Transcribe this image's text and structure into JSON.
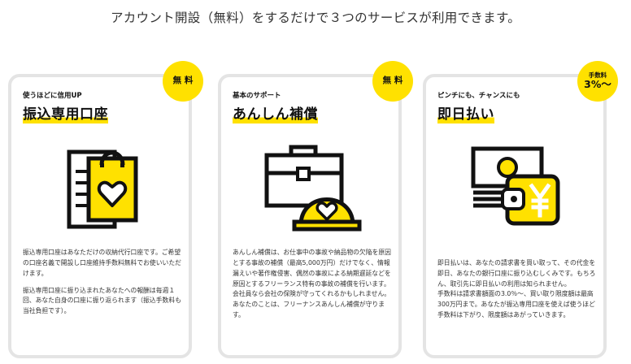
{
  "headline": "アカウント開設（無料）をするだけで３つのサービスが利用できます。",
  "colors": {
    "accent": "#ffe100",
    "card_border": "#e4e4e4",
    "ink": "#111111"
  },
  "cards": [
    {
      "badge": "無 料",
      "subtitle": "使うほどに信用UP",
      "title": "振込専用口座",
      "icon": "shopping-bag-heart-document-icon",
      "paragraphs": [
        "振込専用口座はあなただけの収納代行口座です。ご希望の口座名義で開設し口座維持手数料無料でお使いいただけます。",
        "振込専用口座に振り込まれたあなたへの報酬は毎週１回、あなた自身の口座に振り返られます（振込手数料も当社負担です）。"
      ]
    },
    {
      "badge": "無 料",
      "subtitle": "基本のサポート",
      "title": "あんしん補償",
      "icon": "toolbox-helmet-heart-icon",
      "paragraphs": [
        "あんしん補償は、お仕事中の事故や納品物の欠陥を原因とする事故の補償（最高5,000万円）だけでなく、情報漏えいや著作権侵害、偶然の事故による納期遅延などを原因とするフリーランス特有の事故の補償を行います。会社員なら会社の保険が守ってくれるかもしれません。あなたのことは、フリーナンスあんしん補償が守ります。"
      ]
    },
    {
      "badge_small": "手数料",
      "badge_big": "3%〜",
      "subtitle": "ピンチにも、チャンスにも",
      "title": "即日払い",
      "icon": "cash-wallet-yen-icon",
      "paragraphs": [
        "即日払いは、あなたの請求書を買い取って、その代金を即日、あなたの銀行口座に振り込むしくみです。もちろん、取引先に即日払いの利用は知られません。\n手数料は請求書額面の3.0％〜、買い取り限度額は最高300万円まで。あなたが振込専用口座を使えば使うほど手数料は下がり、限度額はあがっていきます。"
      ]
    }
  ]
}
